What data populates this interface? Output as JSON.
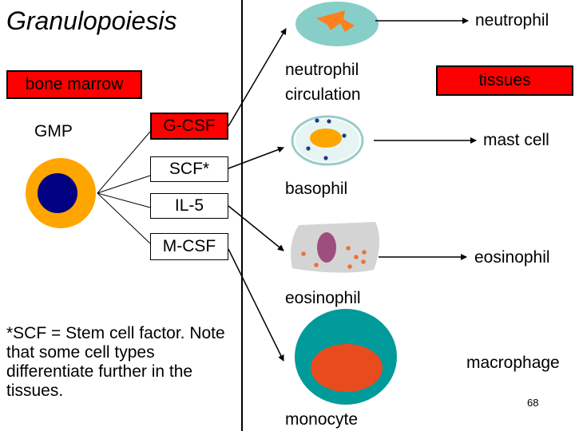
{
  "title": "Granulopoiesis",
  "location_labels": {
    "bone_marrow": "bone marrow",
    "circulation": "circulation",
    "tissues": "tissues"
  },
  "progenitor": "GMP",
  "cytokines": [
    "G-CSF",
    "SCF*",
    "IL-5",
    "M-CSF"
  ],
  "cells": {
    "neutrophil_top": "neutrophil",
    "neutrophil_mid": "neutrophil",
    "basophil": "basophil",
    "mast_cell": "mast cell",
    "eosinophil_right": "eosinophil",
    "eosinophil_below": "eosinophil",
    "macrophage": "macrophage",
    "monocyte": "monocyte"
  },
  "footnote": "*SCF = Stem cell factor. Note that some cell types differentiate further in the tissues.",
  "slide_number": "68",
  "colors": {
    "red_box": "#ff0000",
    "cytoplasm_orange": "#ffa500",
    "nucleus_navy": "#000080",
    "cell_light_cyan": "#87cec9",
    "teal": "#009a9a",
    "nucleus_red": "#e84c1e",
    "eosinophil_gray": "#d4d4d4",
    "eosinophil_nucleus": "#9e4d7f",
    "granule_orange": "#e8743a",
    "granule_blue": "#1e3a8a"
  }
}
